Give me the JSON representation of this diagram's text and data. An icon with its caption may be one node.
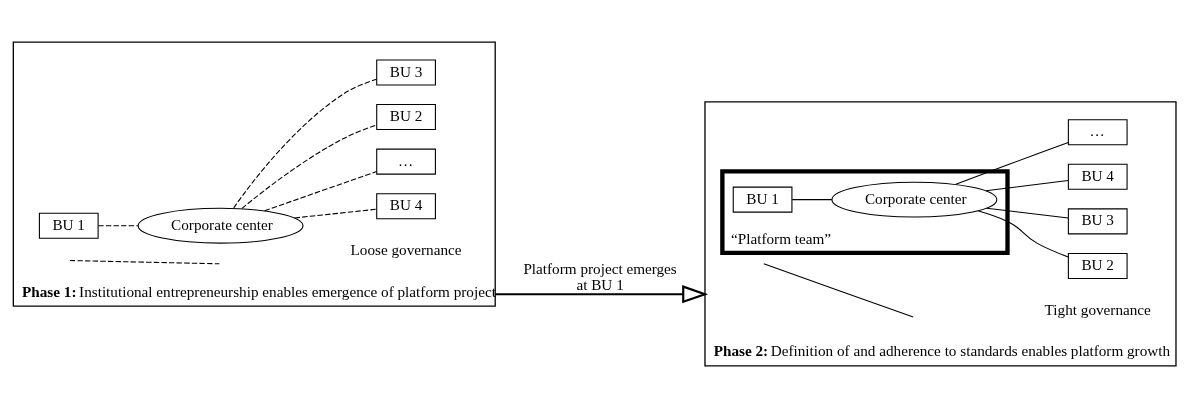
{
  "diagram": {
    "nodes": [
      {
        "text": [
          "**Phase 1:** Institutional entrepreneurship enables emergence of platform project"
        ]
      },
      {
        "text": [
          "Corporate center"
        ],
        "in": 0
      },
      {
        "text": [
          "BU 1"
        ],
        "in": 0
      },
      {
        "text": [
          "BU 2"
        ],
        "in": 0
      },
      {
        "text": [
          "BU 3"
        ],
        "in": 0
      },
      {
        "text": [
          "BU 4"
        ],
        "in": 0
      },
      {
        "text": [
          "…"
        ],
        "in": 0
      },
      {
        "text": [
          "**Phase 2:** Definition of and adherence to standards enables platform growth"
        ]
      },
      {
        "text": [
          "“Platform team”"
        ],
        "in": 7
      },
      {
        "text": [
          "Corporate center"
        ],
        "in": 8
      },
      {
        "text": [
          "BU 1"
        ],
        "in": 8
      },
      {
        "text": [
          "BU 2"
        ],
        "in": 7
      },
      {
        "text": [
          "BU 3"
        ],
        "in": 7
      },
      {
        "text": [
          "BU 4"
        ],
        "in": 7
      },
      {
        "text": [
          "…"
        ],
        "in": 7
      }
    ],
    "edges": [
      {
        "from": 2,
        "to": 1,
        "arrow": "none",
        "style": "dashed"
      },
      {
        "from": 1,
        "to": 3,
        "arrow": "none",
        "style": "dashed"
      },
      {
        "from": 1,
        "to": 4,
        "arrow": "none",
        "style": "dashed"
      },
      {
        "from": 1,
        "to": 5,
        "arrow": "none",
        "style": "dashed"
      },
      {
        "from": 1,
        "to": 6,
        "arrow": "none",
        "style": "dashed"
      },
      {
        "from": 0,
        "to": 7,
        "arrow": "to",
        "label": "Platform project emerges at BU 1"
      },
      {
        "from": 10,
        "to": 9,
        "arrow": "none"
      },
      {
        "from": 9,
        "to": 11,
        "arrow": "none"
      },
      {
        "from": 9,
        "to": 12,
        "arrow": "none"
      },
      {
        "from": 9,
        "to": 13,
        "arrow": "none"
      },
      {
        "from": 9,
        "to": 14,
        "arrow": "none"
      }
    ],
    "legend": [
      {
        "text": "Loose governance"
      },
      {
        "text": "Tight governance"
      }
    ]
  }
}
